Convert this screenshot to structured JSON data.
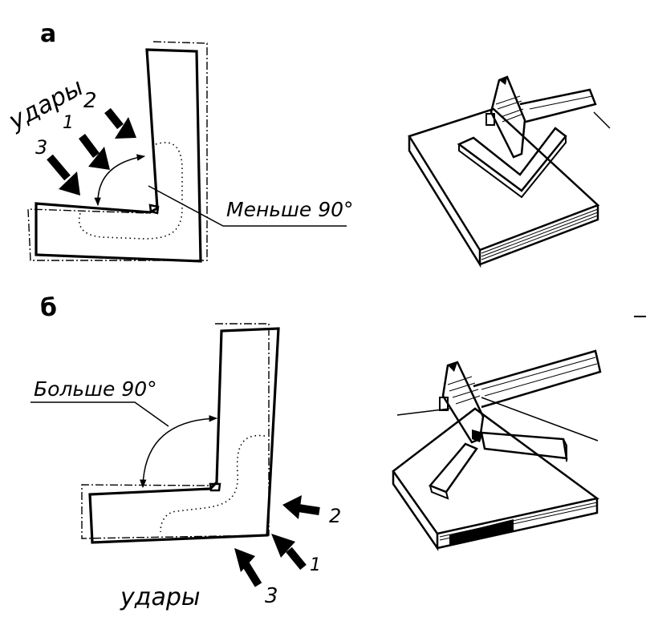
{
  "panels": {
    "a": {
      "letter": "а",
      "strikes_label": "удары",
      "arrow_numbers": [
        "3",
        "1",
        "2"
      ],
      "angle_label": "Меньше 90°"
    },
    "b": {
      "letter": "б",
      "strikes_label": "удары",
      "arrow_numbers": [
        "2",
        "1",
        "3"
      ],
      "angle_label": "Больше 90°"
    }
  },
  "colors": {
    "ink": "#000000",
    "paper": "#ffffff"
  }
}
